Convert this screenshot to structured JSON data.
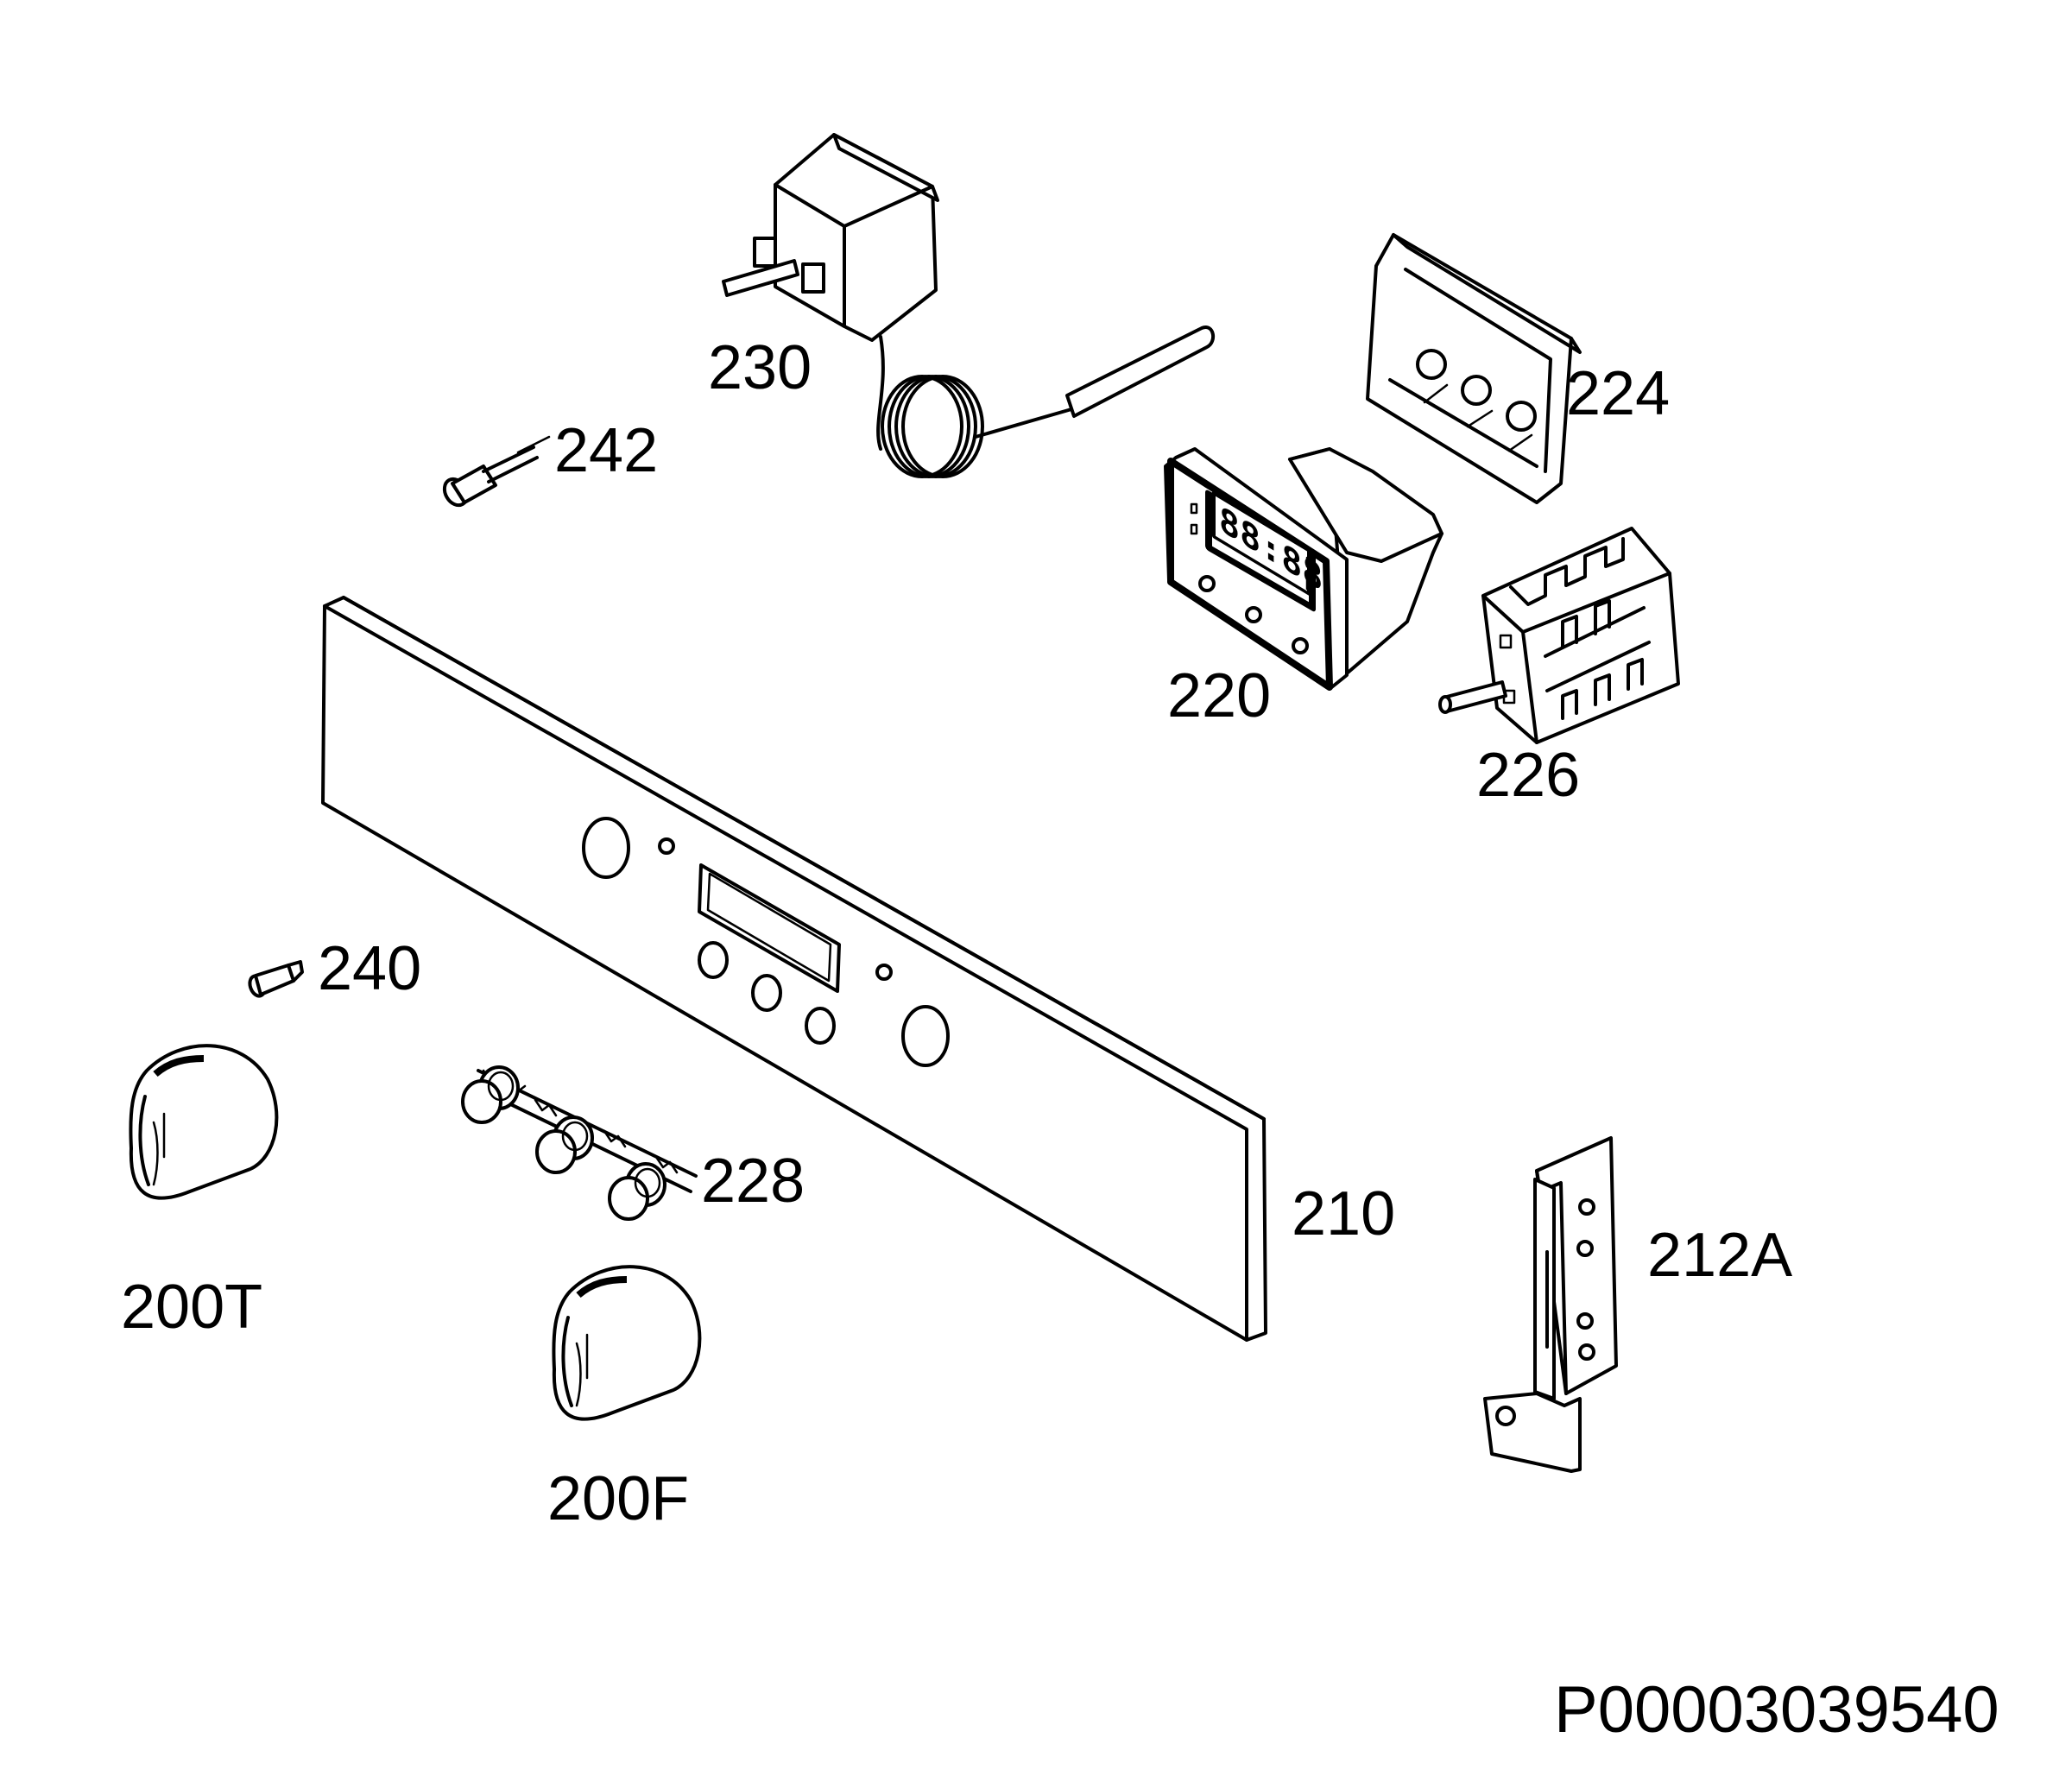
{
  "labels": {
    "p230": "230",
    "p242": "242",
    "p224": "224",
    "p220": "220",
    "p226": "226",
    "p240": "240",
    "p228": "228",
    "p210": "210",
    "p212A": "212A",
    "p200T": "200T",
    "p200F": "200F"
  },
  "drawing_code": "P00003039540"
}
